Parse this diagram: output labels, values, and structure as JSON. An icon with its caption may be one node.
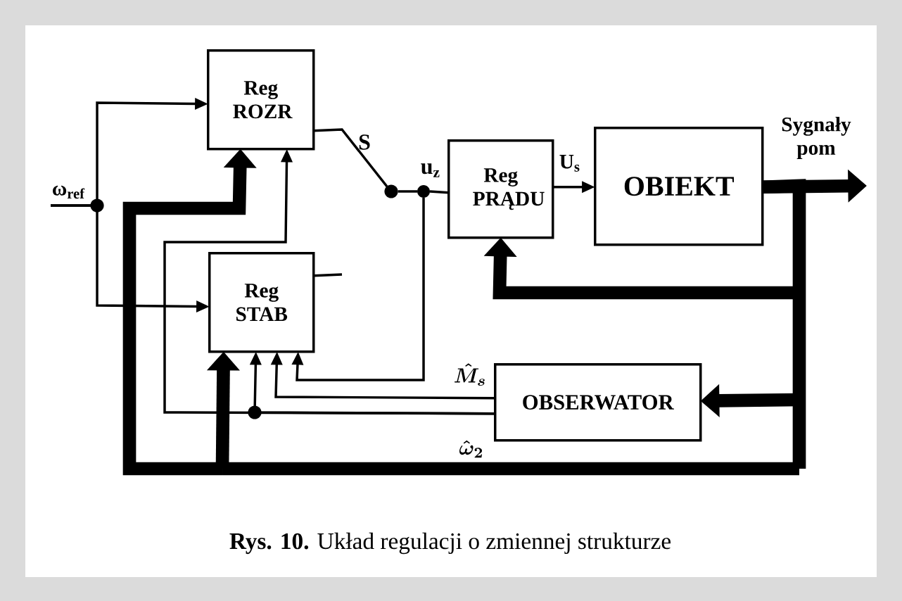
{
  "diagram": {
    "caption": "**Rys. 10.** Układ regulacji o zmiennej strukturze",
    "nodes": [
      {
        "text": [
          "Reg ROZR"
        ]
      },
      {
        "text": [
          "Reg STAB"
        ]
      },
      {
        "text": [
          "Reg PRĄDU"
        ]
      },
      {
        "text": [
          "OBIEKT"
        ]
      },
      {
        "text": [
          "OBSERWATOR"
        ]
      },
      {
        "text": [
          "ω$_{ref}$"
        ]
      },
      {
        "text": [],
        "shape": "circle"
      },
      {
        "text": [],
        "shape": "circle"
      }
    ],
    "edges": [
      {
        "from": 5,
        "to": 0,
        "arrow": "to"
      },
      {
        "from": 5,
        "to": 1,
        "arrow": "to"
      },
      {
        "from": 0,
        "to": 6,
        "arrow": "none"
      },
      {
        "from": 7,
        "to": 2,
        "arrow": "none"
      },
      {
        "from": 7,
        "to": 1,
        "arrow": "to"
      },
      {
        "from": 2,
        "to": 3,
        "arrow": "to",
        "label": "U$_{s}$"
      },
      {
        "from": 3,
        "to": null,
        "arrow": "to",
        "style": "thick",
        "label": "Sygnały pom"
      },
      {
        "from": 3,
        "to": 2,
        "arrow": "to",
        "style": "thick"
      },
      {
        "from": 3,
        "to": 4,
        "arrow": "to",
        "style": "thick"
      },
      {
        "from": 3,
        "to": 0,
        "arrow": "to",
        "style": "thick"
      },
      {
        "from": 3,
        "to": 1,
        "arrow": "to",
        "style": "thick"
      },
      {
        "from": 4,
        "to": 1,
        "arrow": "to",
        "label": "\\hat{M}_s"
      },
      {
        "from": 4,
        "to": 1,
        "arrow": "to",
        "label": "\\hat{\\omega}_2"
      },
      {
        "from": 4,
        "to": 0,
        "arrow": "to"
      },
      {
        "from": 1,
        "to": null,
        "arrow": "none"
      },
      {
        "from": 6,
        "to": 7,
        "arrow": "none"
      }
    ],
    "labels": [
      "S",
      "u$_{z}$"
    ]
  }
}
